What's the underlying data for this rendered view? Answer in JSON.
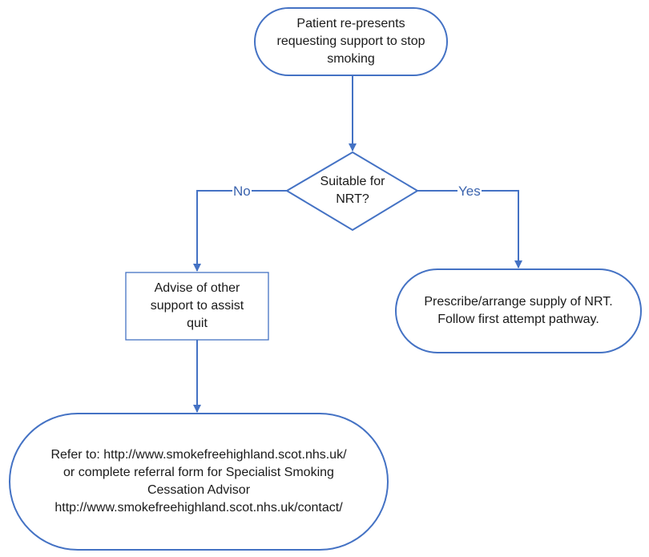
{
  "colors": {
    "stroke": "#4472c4",
    "fill": "#ffffff",
    "text": "#1a1a1a",
    "label": "#3b63ad"
  },
  "nodes": {
    "start": "Patient re-presents\nrequesting support to stop\nsmoking",
    "decision": "Suitable for\nNRT?",
    "advise": "Advise of other\nsupport to assist\nquit",
    "prescribe": "Prescribe/arrange supply of NRT.\nFollow first attempt pathway.",
    "refer": "Refer to: http://www.smokefreehighland.scot.nhs.uk/\nor complete referral form for Specialist Smoking\nCessation Advisor\nhttp://www.smokefreehighland.scot.nhs.uk/contact/"
  },
  "edges": {
    "no_label": "No",
    "yes_label": "Yes"
  }
}
